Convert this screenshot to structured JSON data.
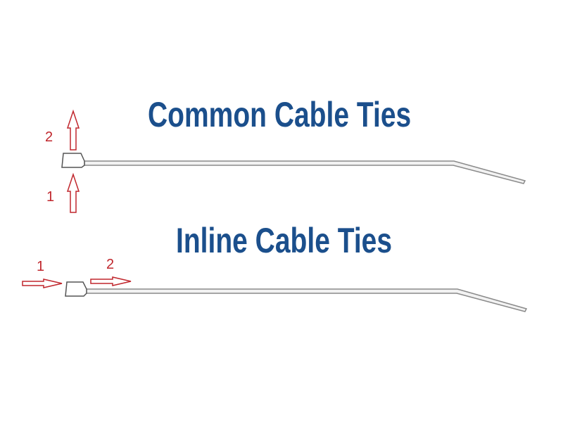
{
  "titles": {
    "common": "Common Cable Ties",
    "inline": "Inline Cable Ties"
  },
  "common_tie": {
    "arrow_labels": [
      "1",
      "2"
    ]
  },
  "inline_tie": {
    "arrow_labels": [
      "1",
      "2"
    ]
  },
  "colors": {
    "title": "#1b4f8c",
    "arrows": "#c0272d",
    "tie": "#888888"
  }
}
